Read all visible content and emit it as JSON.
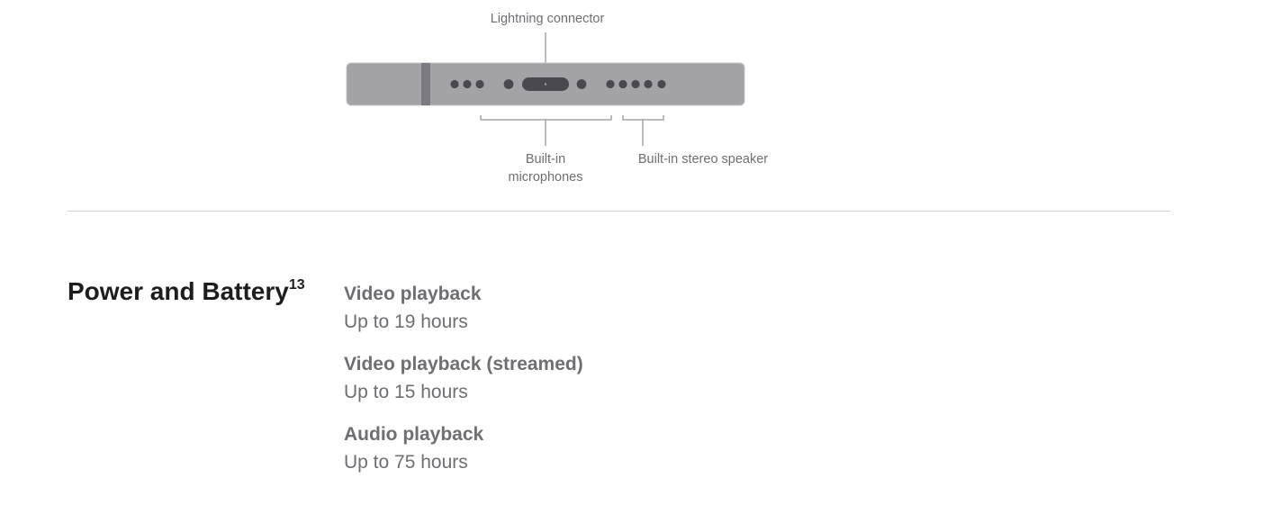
{
  "diagram": {
    "callouts": {
      "lightning": "Lightning connector",
      "microphones": "Built-in microphones",
      "speaker": "Built-in stereo speaker"
    },
    "colors": {
      "body": "#a3a2a7",
      "edge": "#7b7a80",
      "ports": "#4a494f",
      "leader": "#a6a6aa"
    }
  },
  "section": {
    "title": "Power and Battery",
    "footnote": "13",
    "specs": [
      {
        "label": "Video playback",
        "value": "Up to 19 hours"
      },
      {
        "label": "Video playback (streamed)",
        "value": "Up to 15 hours"
      },
      {
        "label": "Audio playback",
        "value": "Up to 75 hours"
      }
    ]
  }
}
